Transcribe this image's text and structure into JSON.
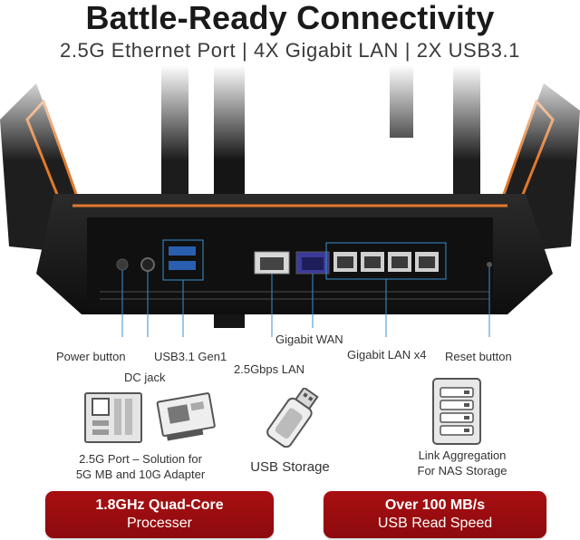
{
  "header": {
    "title": "Battle-Ready Connectivity",
    "subtitle": "2.5G Ethernet Port | 4X Gigabit LAN | 2X USB3.1"
  },
  "callouts": {
    "power_button": "Power button",
    "dc_jack": "DC jack",
    "usb": "USB3.1 Gen1",
    "lan_25g": "2.5Gbps LAN",
    "wan": "Gigabit WAN",
    "lan_x4": "Gigabit LAN x4",
    "reset": "Reset button"
  },
  "features": [
    {
      "line1": "2.5G Port – Solution for",
      "line2": "5G MB and 10G Adapter",
      "icon": "motherboard-adapter-icon"
    },
    {
      "line1": "USB Storage",
      "icon": "usb-drive-icon"
    },
    {
      "line1": "Link Aggregation",
      "line2": "For NAS Storage",
      "icon": "nas-icon"
    }
  ],
  "badges": [
    {
      "line1": "1.8GHz Quad-Core",
      "line2": "Processer"
    },
    {
      "line1": "Over 100 MB/s",
      "line2": "USB Read Speed"
    }
  ],
  "colors": {
    "accent": "#e0782b",
    "badge": "#9a0d10",
    "callout_line": "#3a8fd0"
  }
}
